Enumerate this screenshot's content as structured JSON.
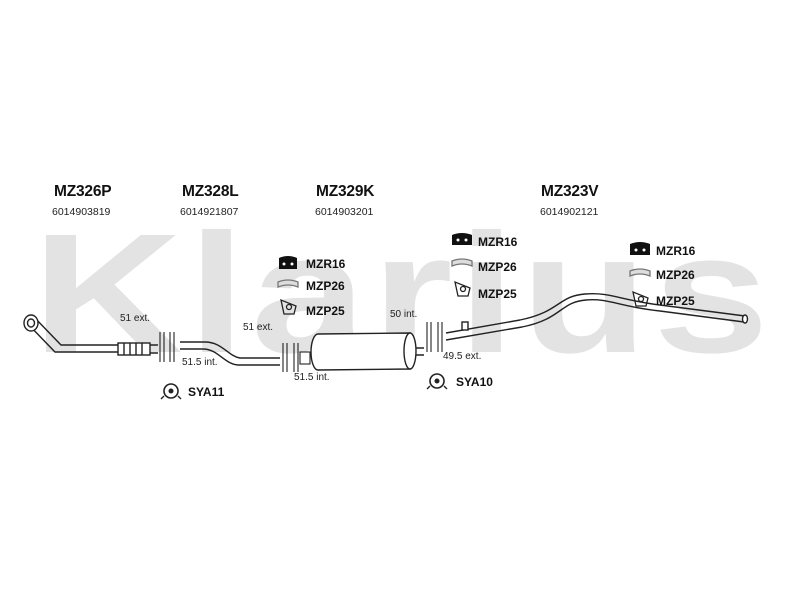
{
  "watermark": "Klarius",
  "parts": [
    {
      "code": "MZ326P",
      "number": "6014903819"
    },
    {
      "code": "MZ328L",
      "number": "6014921807"
    },
    {
      "code": "MZ329K",
      "number": "6014903201"
    },
    {
      "code": "MZ323V",
      "number": "6014902121"
    }
  ],
  "groups": {
    "middle": [
      "MZR16",
      "MZP26",
      "MZP25"
    ],
    "center": [
      "MZR16",
      "MZP26",
      "MZP25"
    ],
    "right": [
      "MZR16",
      "MZP26",
      "MZP25"
    ]
  },
  "clamps": [
    "SYA11",
    "SYA10"
  ],
  "dimensions": {
    "d1": "51 ext.",
    "d2": "51.5 int.",
    "d3": "51 ext.",
    "d4": "51.5 int.",
    "d5": "50 int.",
    "d6": "49.5 ext."
  },
  "colors": {
    "watermark": "#e3e3e3",
    "pipe": "#222222",
    "mount": "#111111"
  }
}
